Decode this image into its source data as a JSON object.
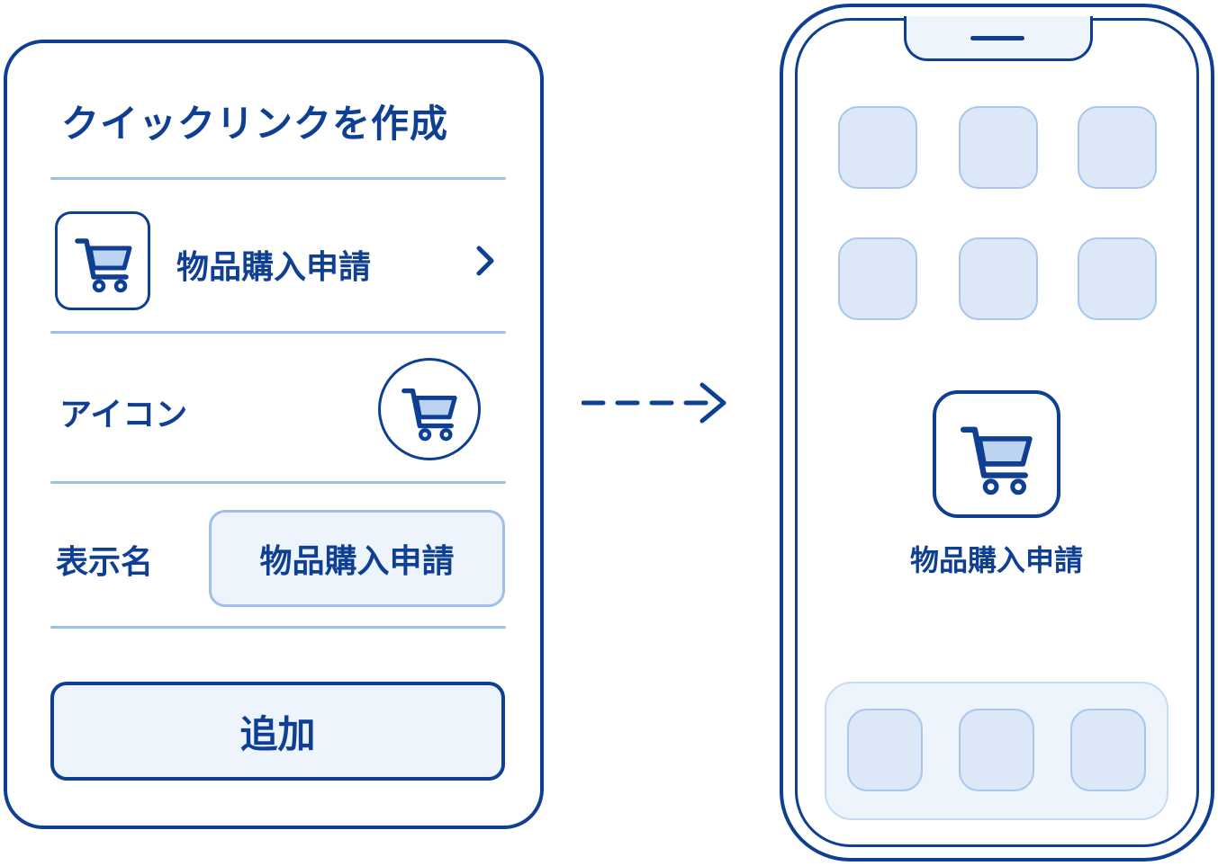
{
  "quick_link_form": {
    "title": "クイックリンクを作成",
    "link_item_label": "物品購入申請",
    "link_icon": "cart-icon",
    "icon_label": "アイコン",
    "name_label": "表示名",
    "name_value": "物品購入申請",
    "add_button_label": "追加"
  },
  "phone": {
    "featured_app_label": "物品購入申請",
    "featured_app_icon": "cart-icon"
  },
  "colors": {
    "primary": "#0f3f93",
    "line_light": "#9fbfe8",
    "fill_light": "#eef4fc",
    "app_fill": "#dce8f8"
  }
}
